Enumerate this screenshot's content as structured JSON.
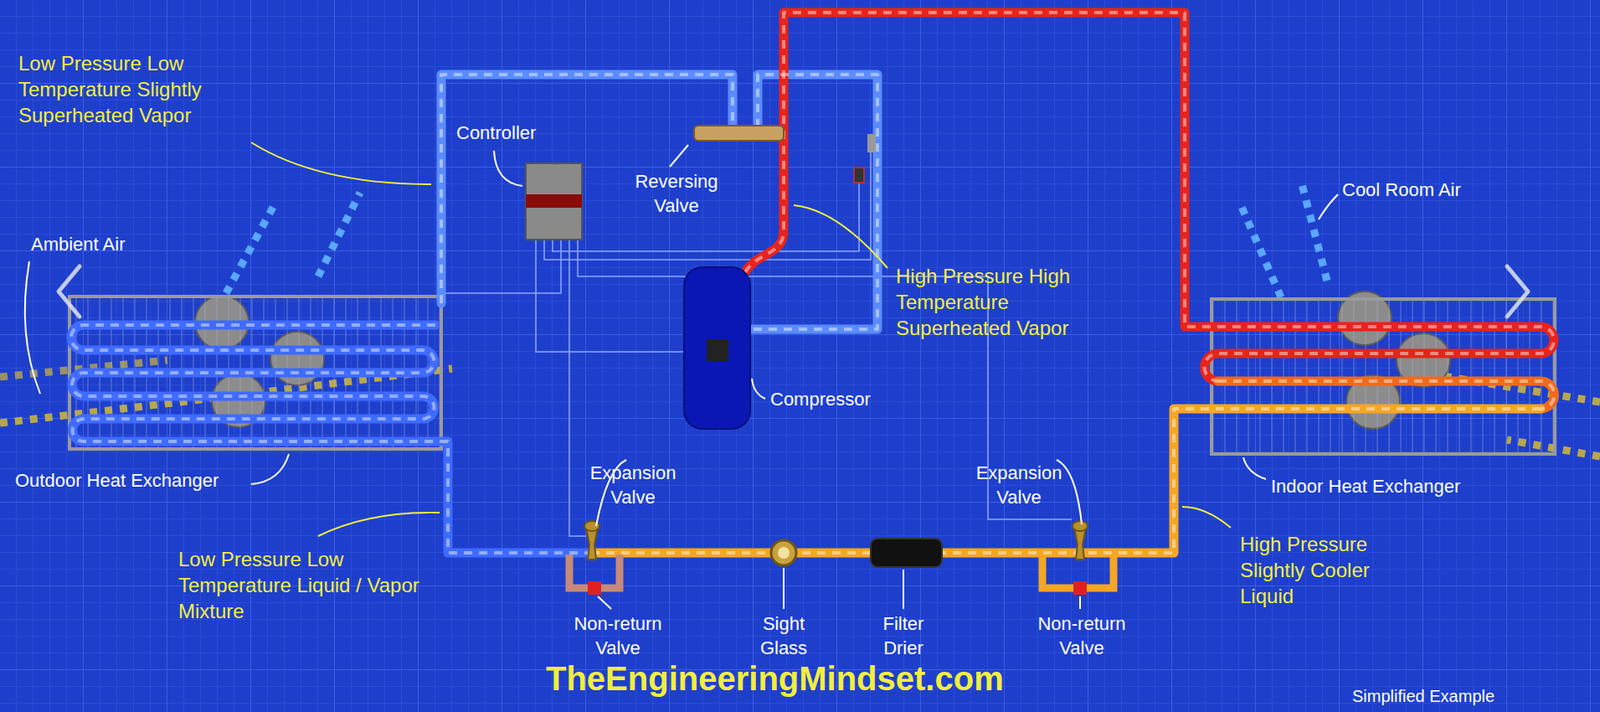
{
  "diagram": {
    "labels": [
      "Low Pressure Low Temperature Slightly Superheated Vapor",
      "Controller",
      "Reversing Valve",
      "Ambient Air",
      "Cool Room Air",
      "High Pressure High Temperature Superheated Vapor",
      "Compressor",
      "Outdoor Heat Exchanger",
      "Indoor Heat Exchanger",
      "Expansion Valve",
      "Expansion Valve",
      "Low Pressure Low Temperature Liquid / Vapor Mixture",
      "Non-return Valve",
      "Sight Glass",
      "Filter Drier",
      "Non-return Valve",
      "High Pressure Slightly Cooler Liquid",
      "TheEngineeringMindset.com",
      "Simplified Example"
    ]
  }
}
